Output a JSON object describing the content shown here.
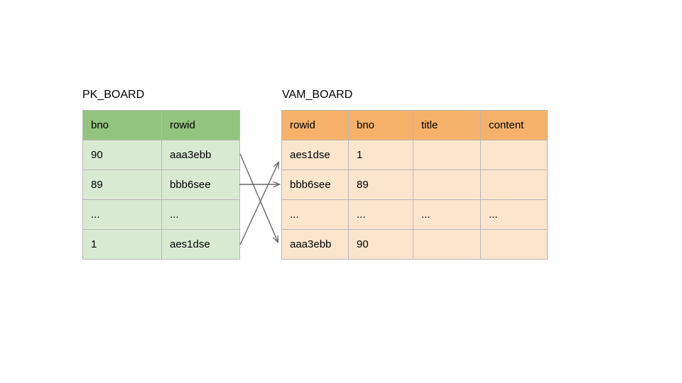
{
  "diagram": {
    "title_left": "PK_BOARD",
    "title_right": "VAM_BOARD",
    "colors": {
      "green_header": "#93c47d",
      "green_body": "#d9ead3",
      "orange_header": "#f6b26b",
      "orange_body": "#fce5cd",
      "border": "#b7b7b7",
      "arrow": "#666666",
      "background": "#ffffff"
    }
  },
  "pk_board": {
    "name": "PK_BOARD",
    "columns": [
      "bno",
      "rowid"
    ],
    "rows": [
      [
        "90",
        "aaa3ebb"
      ],
      [
        "89",
        "bbb6see"
      ],
      [
        "...",
        "..."
      ],
      [
        "1",
        "aes1dse"
      ]
    ]
  },
  "vam_board": {
    "name": "VAM_BOARD",
    "columns": [
      "rowid",
      "bno",
      "title",
      "content"
    ],
    "rows": [
      [
        "aes1dse",
        "1",
        "",
        ""
      ],
      [
        "bbb6see",
        "89",
        "",
        ""
      ],
      [
        "...",
        "...",
        "...",
        "..."
      ],
      [
        "aaa3ebb",
        "90",
        "",
        ""
      ]
    ]
  },
  "connectors": [
    {
      "from": "pk_row_1_aaa3ebb",
      "to": "vam_row_4_aaa3ebb",
      "direction": "down-right"
    },
    {
      "from": "pk_row_2_bbb6see",
      "to": "vam_row_2_bbb6see",
      "direction": "right"
    },
    {
      "from": "pk_row_4_aes1dse",
      "to": "vam_row_1_aes1dse",
      "direction": "up-right"
    }
  ]
}
